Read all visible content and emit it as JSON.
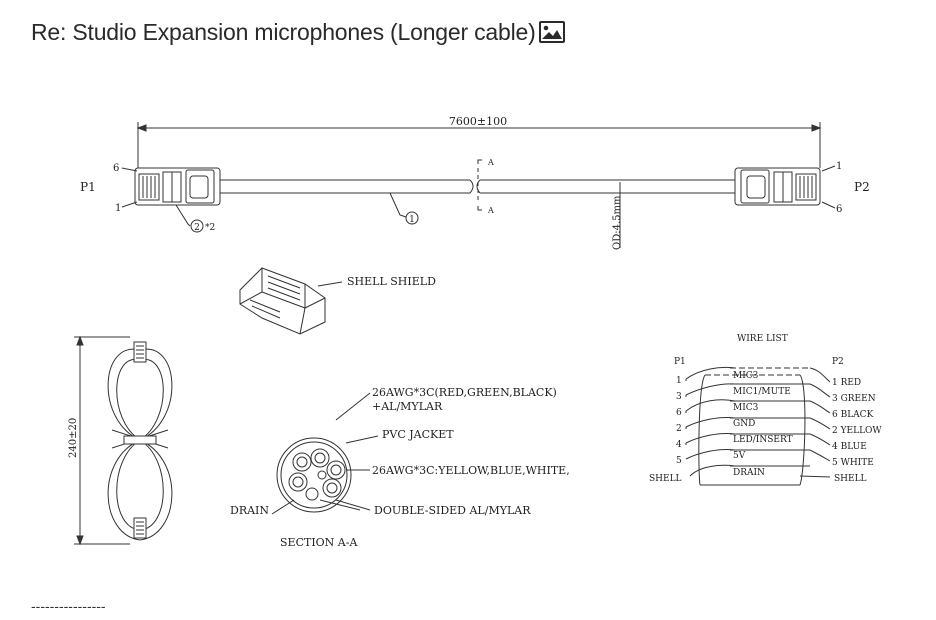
{
  "post": {
    "title": "Re: Studio Expansion microphones (Longer cable)",
    "title_icon": "image-icon",
    "signature_separator": "----------------"
  },
  "drawing": {
    "length_dim": "7600±100",
    "p1": "P1",
    "p2": "P2",
    "pin_6_left": "6",
    "pin_1_left": "1",
    "pin_1_right": "1",
    "pin_6_right": "6",
    "section_mark": "A",
    "balloon_1": "1",
    "balloon_2": "2",
    "balloon_2_qty": "*2",
    "od_label": "OD:4.5mm",
    "shell_shield": "SHELL SHIELD",
    "coil_dim": "240±20",
    "cable_spec_1_line1": "26AWG*3C(RED,GREEN,BLACK)",
    "cable_spec_1_line2": "+AL/MYLAR",
    "pvc_jacket": "PVC JACKET",
    "cable_spec_2": "26AWG*3C:YELLOW,BLUE,WHITE,",
    "drain": "DRAIN",
    "double_sided": "DOUBLE-SIDED AL/MYLAR",
    "section_title": "SECTION A-A"
  },
  "wire_list": {
    "title": "WIRE LIST",
    "p1_header": "P1",
    "p2_header": "P2",
    "rows": [
      {
        "p1": "1",
        "signal": "MIC3",
        "p2": "1 RED"
      },
      {
        "p1": "3",
        "signal": "MIC1/MUTE",
        "p2": "3 GREEN"
      },
      {
        "p1": "6",
        "signal": "MIC3",
        "p2": "6 BLACK"
      },
      {
        "p1": "2",
        "signal": "GND",
        "p2": "2 YELLOW"
      },
      {
        "p1": "4",
        "signal": "LED/INSERT",
        "p2": "4 BLUE"
      },
      {
        "p1": "5",
        "signal": "5V",
        "p2": "5 WHITE"
      },
      {
        "p1": "SHELL",
        "signal": "DRAIN",
        "p2": "SHELL"
      }
    ]
  }
}
